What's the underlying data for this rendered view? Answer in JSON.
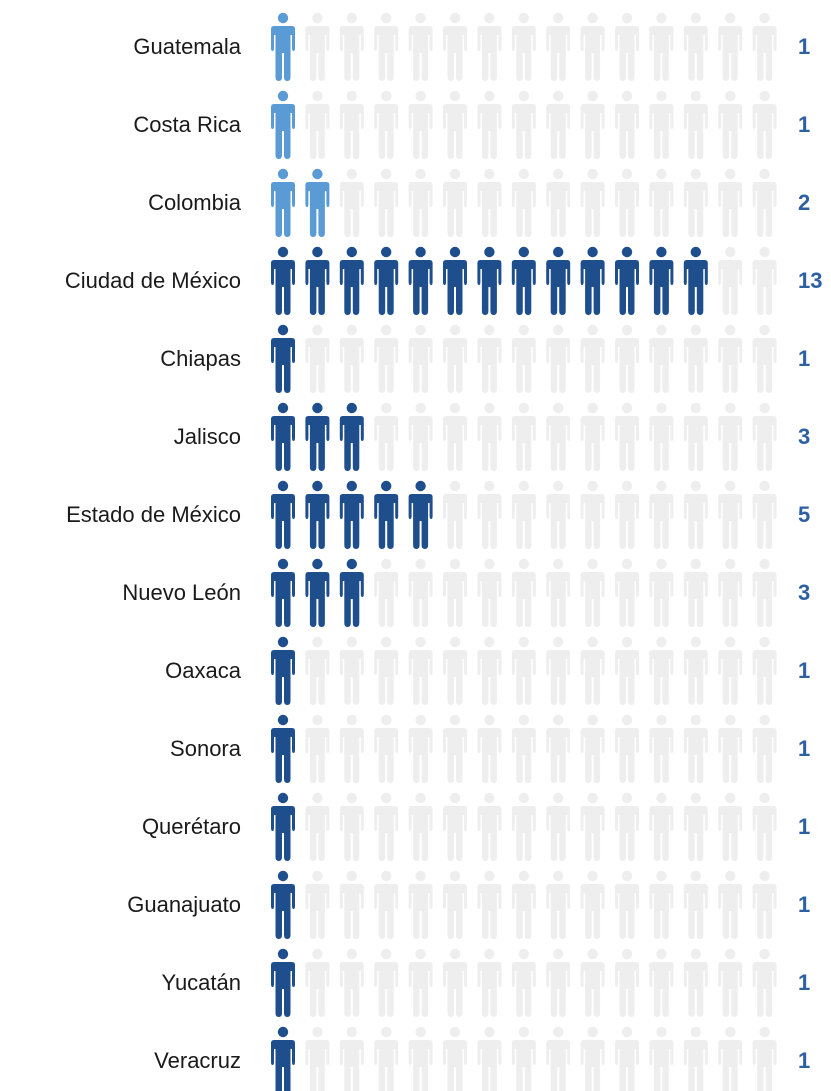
{
  "chart_data": {
    "type": "pictograph",
    "max_icons": 15,
    "colors": {
      "group_a": "#5b9bd5",
      "group_b": "#1f4e8c",
      "empty": "#eeeeee",
      "value_text": "#2d5fa3"
    },
    "categories": [
      "Guatemala",
      "Costa Rica",
      "Colombia",
      "Ciudad de México",
      "Chiapas",
      "Jalisco",
      "Estado de México",
      "Nuevo León",
      "Oaxaca",
      "Sonora",
      "Querétaro",
      "Guanajuato",
      "Yucatán",
      "Veracruz"
    ],
    "values": [
      1,
      1,
      2,
      13,
      1,
      3,
      5,
      3,
      1,
      1,
      1,
      1,
      1,
      1
    ],
    "value_labels": [
      "1",
      "1",
      "2",
      "13",
      "1",
      "3",
      "5",
      "3",
      "1",
      "1",
      "1",
      "1",
      "1",
      "1"
    ],
    "groups": [
      "group_a",
      "group_a",
      "group_a",
      "group_b",
      "group_b",
      "group_b",
      "group_b",
      "group_b",
      "group_b",
      "group_b",
      "group_b",
      "group_b",
      "group_b",
      "group_b"
    ]
  }
}
